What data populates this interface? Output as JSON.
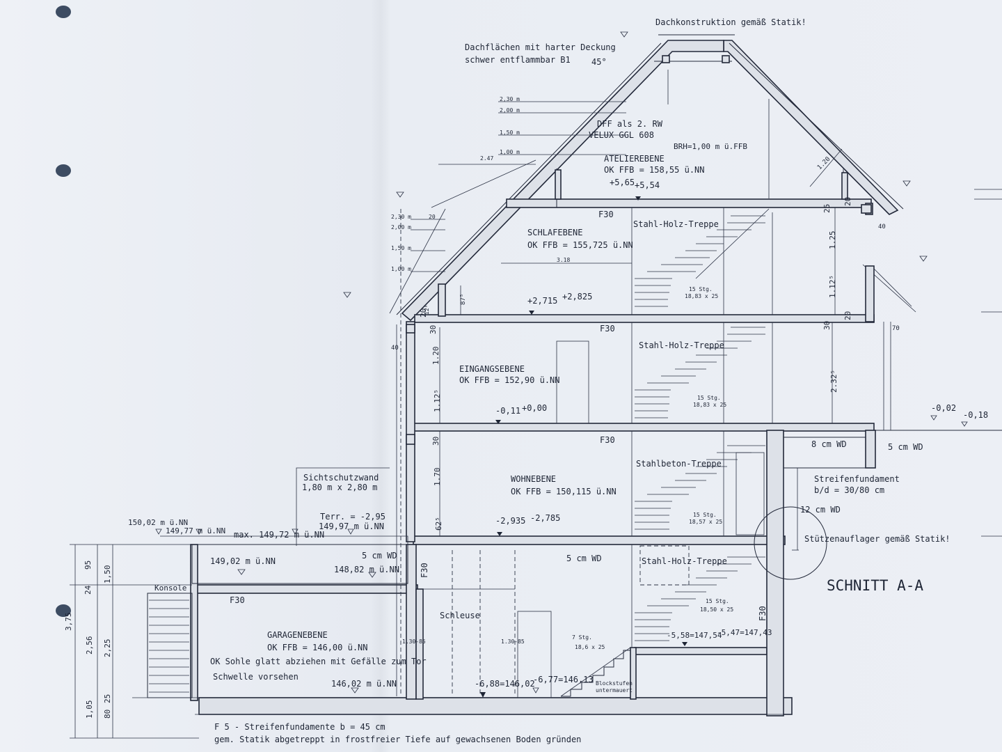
{
  "roof": {
    "construction": "Dachkonstruktion gemäß Statik!",
    "covering_line1": "Dachflächen mit harter Deckung",
    "covering_line2": "schwer entflammbar B1",
    "angle": "45°",
    "window_line1": "DFF als 2. RW",
    "window_line2": "VELUX GGL 608",
    "brh": "BRH=1,00 m ü.FFB",
    "dim_120": "1.20",
    "dim_40": "40",
    "dim_70": "70"
  },
  "height_marks_upper": [
    "2,30 m",
    "2,00 m",
    "1,50 m",
    "1,00 m"
  ],
  "height_marks_lower": [
    "2,30 m",
    "2,00 m",
    "1,50 m",
    "1,00 m"
  ],
  "dims": {
    "d247": "2.47",
    "d318": "3.18",
    "d20a": "20",
    "d875": "87⁵",
    "d128": "12⁸",
    "d25": "25",
    "d20b": "20",
    "d125": "1.25",
    "d1125a": "1.12⁵",
    "d30a": "30",
    "d20c": "20",
    "d40": "40",
    "d120": "1.20",
    "d1125b": "1.12⁵",
    "d2325": "2.32⁵",
    "d30b": "30",
    "d20d": "20",
    "d30c": "30",
    "d170": "1.70",
    "d625": "62⁵"
  },
  "levels": {
    "atelier": {
      "name": "ATELIEREBENE",
      "ok": "OK FFB = 158,55 ü.NN",
      "e1": "+5,65",
      "e2": "+5,54"
    },
    "schlaf": {
      "name": "SCHLAFEBENE",
      "ok": "OK FFB = 155,725 ü.NN",
      "e1": "+2,715",
      "e2": "+2,825"
    },
    "eingang": {
      "name": "EINGANGSEBENE",
      "ok": "OK FFB = 152,90 ü.NN",
      "e1": "-0,11",
      "e2": "+0,00"
    },
    "wohn": {
      "name": "WOHNEBENE",
      "ok": "OK FFB = 150,115 ü.NN",
      "e1": "-2,935",
      "e2": "-2,785"
    },
    "garage": {
      "name": "GARAGENEBENE",
      "ok": "OK FFB = 146,00 ü.NN",
      "note1": "OK Sohle glatt abziehen mit Gefälle zum Tor",
      "note2": "Schwelle vorsehen",
      "e1": "146,02 m ü.NN"
    }
  },
  "fire": "F30",
  "stairs": {
    "s1": {
      "name": "Stahl-Holz-Treppe",
      "count": "15 Stg.",
      "size": "18,83 x 25"
    },
    "s2": {
      "name": "Stahl-Holz-Treppe",
      "count": "15 Stg.",
      "size": "18,83 x 25"
    },
    "s3": {
      "name": "Stahlbeton-Treppe",
      "count": "15 Stg.",
      "size": "18,57 x 25"
    },
    "s4": {
      "name": "Stahl-Holz-Treppe",
      "count": "15 Stg.",
      "size": "18,50 x 25"
    },
    "s5": {
      "count": "7 Stg.",
      "size": "18,6 x 25"
    }
  },
  "right_side": {
    "e_002": "-0,02",
    "e_018": "-0,18",
    "wd8": "8 cm WD",
    "wd5": "5 cm WD",
    "streifen1": "Streifenfundament",
    "streifen2": "b/d = 30/80 cm",
    "wd12": "12 cm WD",
    "stuetze": "Stützenauflager gemäß Statik!",
    "title": "SCHNITT A-A"
  },
  "left_side": {
    "sicht1": "Sichtschutzwand",
    "sicht2": "1,80 m x 2,80 m",
    "e15002": "150,02 m ü.NN",
    "e14977": "149,77 m ü.NN",
    "max": "max. 149,72 m ü.NN",
    "terr1": "Terr. = -2,95",
    "terr2": "149,97 m ü.NN",
    "wd5a": "5 cm WD",
    "e14902": "149,02 m ü.NN",
    "e14882": "148,82 m ü.NN",
    "wd5b": "5 cm WD",
    "konsole": "Konsole",
    "vdims": [
      "95",
      "24",
      "1,50",
      "3,75",
      "2,56",
      "2,25",
      "25",
      "1,05",
      "80"
    ]
  },
  "basement": {
    "schleuse": "Schleuse",
    "door1": "1.30-85",
    "door2": "1.30-85",
    "e688": "-6,88=146,02",
    "e677": "-6,77=146,13",
    "e558": "-5,58=147,54",
    "e547": "-5,47=147,43",
    "block1": "Blockstufen",
    "block2": "untermauert"
  },
  "foundation": {
    "line1": "F 5 - Streifenfundamente b = 45 cm",
    "line2": "gem. Statik abgetreppt in frostfreier Tiefe auf gewachsenen Boden gründen"
  }
}
